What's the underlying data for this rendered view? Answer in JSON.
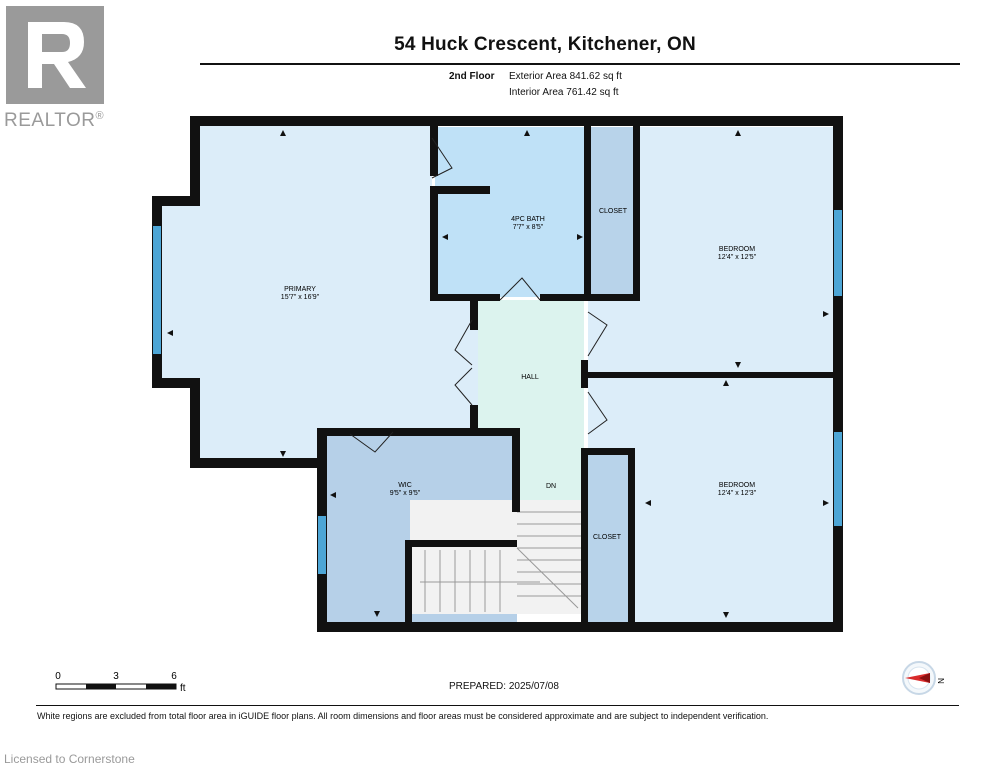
{
  "header": {
    "address": "54 Huck Crescent, Kitchener, ON",
    "floor_label": "2nd Floor",
    "exterior_area": "Exterior Area 841.62 sq ft",
    "interior_area": "Interior Area 761.42 sq ft"
  },
  "branding": {
    "realtor_text": "REALTOR",
    "registered_mark": "®"
  },
  "rooms": {
    "primary": {
      "name": "PRIMARY",
      "dims": "15'7\" x 16'9\""
    },
    "bath": {
      "name": "4PC BATH",
      "dims": "7'7\" x 8'5\""
    },
    "closet_top": {
      "name": "CLOSET"
    },
    "bedroom_top": {
      "name": "BEDROOM",
      "dims": "12'4\" x 12'5\""
    },
    "hall": {
      "name": "HALL"
    },
    "wic": {
      "name": "WIC",
      "dims": "9'5\" x 9'5\""
    },
    "stairs": {
      "name": "DN"
    },
    "closet_bottom": {
      "name": "CLOSET"
    },
    "bedroom_bottom": {
      "name": "BEDROOM",
      "dims": "12'4\" x 12'3\""
    }
  },
  "scale_bar": {
    "ticks": [
      "0",
      "3",
      "6"
    ],
    "unit": "ft"
  },
  "compass": {
    "label": "N"
  },
  "prepared": "PREPARED: 2025/07/08",
  "disclaimer": "White regions are excluded from total floor area in iGUIDE floor plans. All room dimensions and floor areas must be considered approximate and are subject to independent verification.",
  "watermark": "Licensed to Cornerstone",
  "colors": {
    "wall": "#111111",
    "primary_fill": "#dcedf9",
    "bath_fill": "#bfe1f7",
    "closet_fill": "#b8d3ea",
    "bedroom_fill": "#dcedf9",
    "hall_fill": "#dcf3ee",
    "wic_fill": "#b6d0e8",
    "window": "#4da6d6",
    "realtor_gray": "#9a9a9a"
  }
}
